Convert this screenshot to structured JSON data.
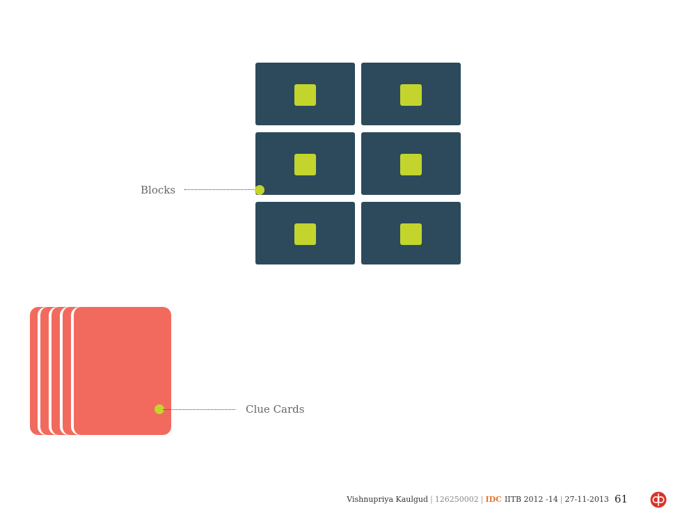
{
  "labels": {
    "blocks": "Blocks",
    "clue_cards": "Clue Cards"
  },
  "footer": {
    "author": "Vishnupriya Kaulgud",
    "roll": "126250002",
    "org_highlight": "IDC",
    "org_rest": "IITB 2012 -14",
    "date": "27-11-2013",
    "page": "61"
  },
  "colors": {
    "block": "#2c4a5b",
    "accent": "#c3d52d",
    "card": "#f26a5e",
    "logo": "#d9342b"
  },
  "icons": {
    "logo": "idc-logo-icon"
  }
}
